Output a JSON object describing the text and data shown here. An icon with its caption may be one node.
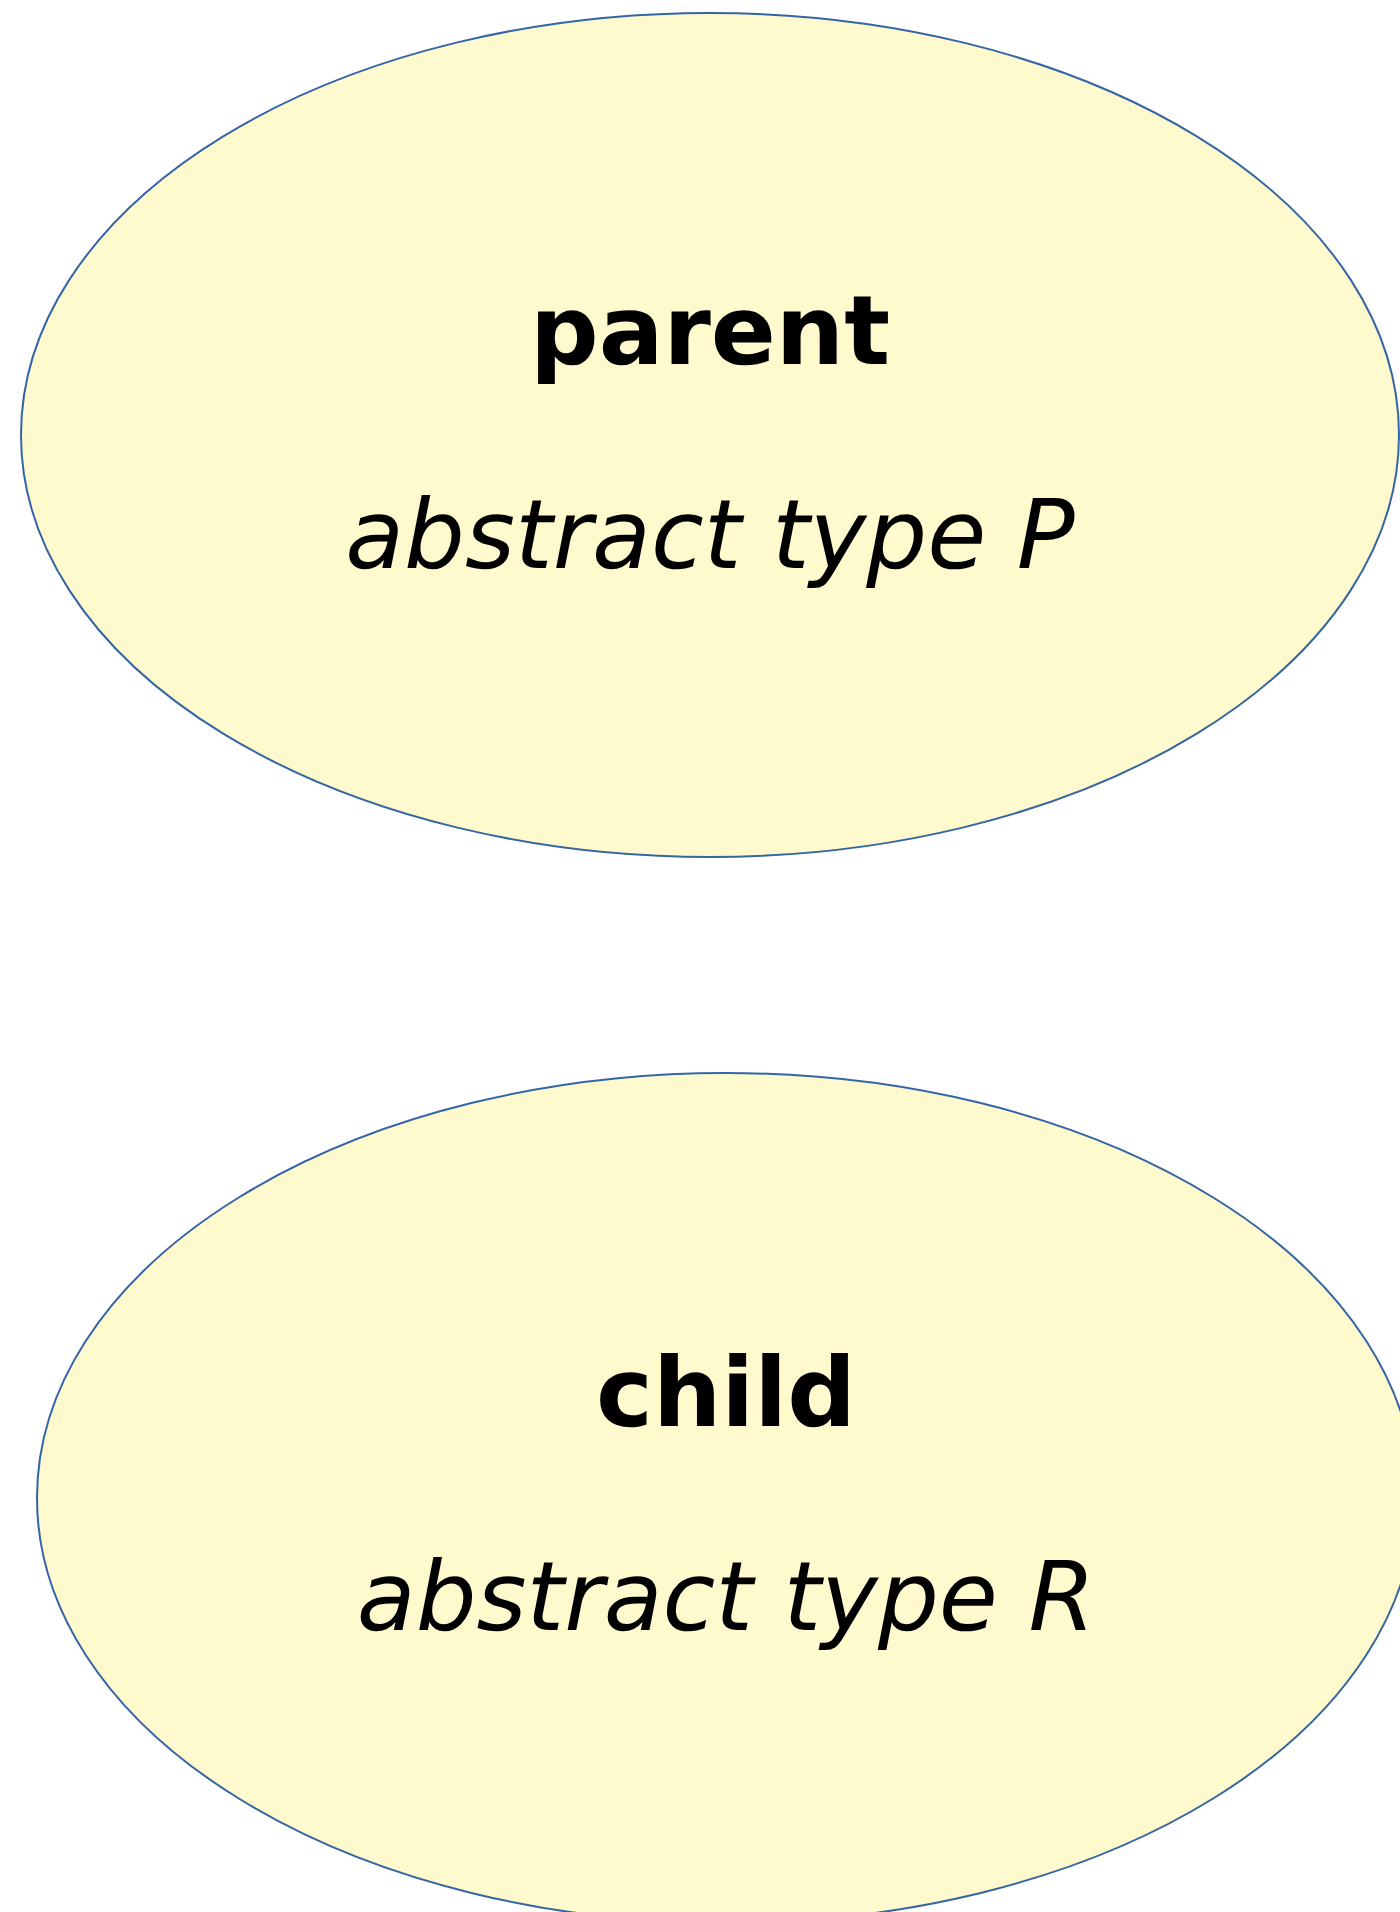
{
  "diagram": {
    "nodes": [
      {
        "text": [
          "parent",
          "abstract type P"
        ]
      },
      {
        "text": [
          "child",
          "abstract type R"
        ]
      }
    ]
  }
}
